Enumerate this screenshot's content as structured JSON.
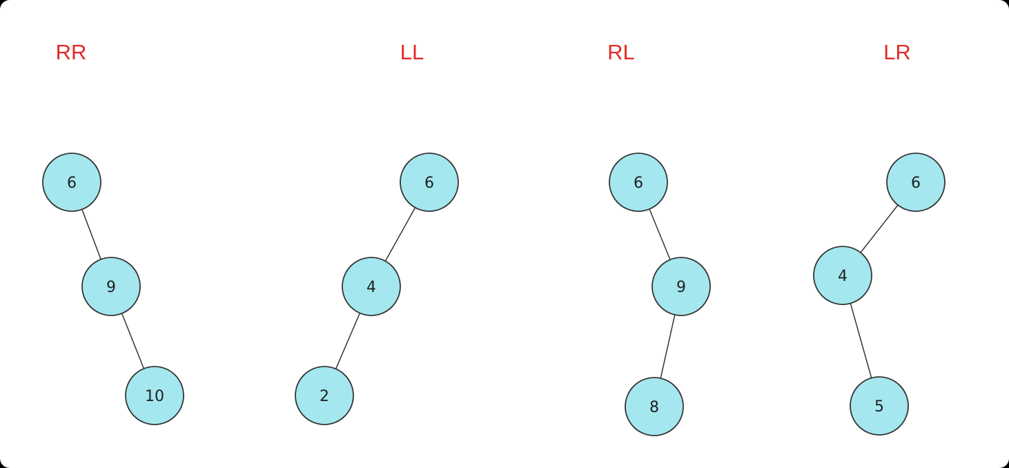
{
  "colors": {
    "background": "#ffffff",
    "title": "#e02b27",
    "node_fill": "#a5e7ee",
    "node_stroke": "#333333",
    "edge": "#333333",
    "label": "#1f1f1f"
  },
  "diagrams": [
    {
      "title": "RR",
      "nodes": [
        {
          "id": "rr-a",
          "label": "6"
        },
        {
          "id": "rr-b",
          "label": "9"
        },
        {
          "id": "rr-c",
          "label": "10"
        }
      ],
      "edges": [
        [
          "rr-a",
          "rr-b"
        ],
        [
          "rr-b",
          "rr-c"
        ]
      ]
    },
    {
      "title": "LL",
      "nodes": [
        {
          "id": "ll-a",
          "label": "6"
        },
        {
          "id": "ll-b",
          "label": "4"
        },
        {
          "id": "ll-c",
          "label": "2"
        }
      ],
      "edges": [
        [
          "ll-a",
          "ll-b"
        ],
        [
          "ll-b",
          "ll-c"
        ]
      ]
    },
    {
      "title": "RL",
      "nodes": [
        {
          "id": "rl-a",
          "label": "6"
        },
        {
          "id": "rl-b",
          "label": "9"
        },
        {
          "id": "rl-c",
          "label": "8"
        }
      ],
      "edges": [
        [
          "rl-a",
          "rl-b"
        ],
        [
          "rl-b",
          "rl-c"
        ]
      ]
    },
    {
      "title": "LR",
      "nodes": [
        {
          "id": "lr-a",
          "label": "6"
        },
        {
          "id": "lr-b",
          "label": "4"
        },
        {
          "id": "lr-c",
          "label": "5"
        }
      ],
      "edges": [
        [
          "lr-a",
          "lr-b"
        ],
        [
          "lr-b",
          "lr-c"
        ]
      ]
    }
  ]
}
